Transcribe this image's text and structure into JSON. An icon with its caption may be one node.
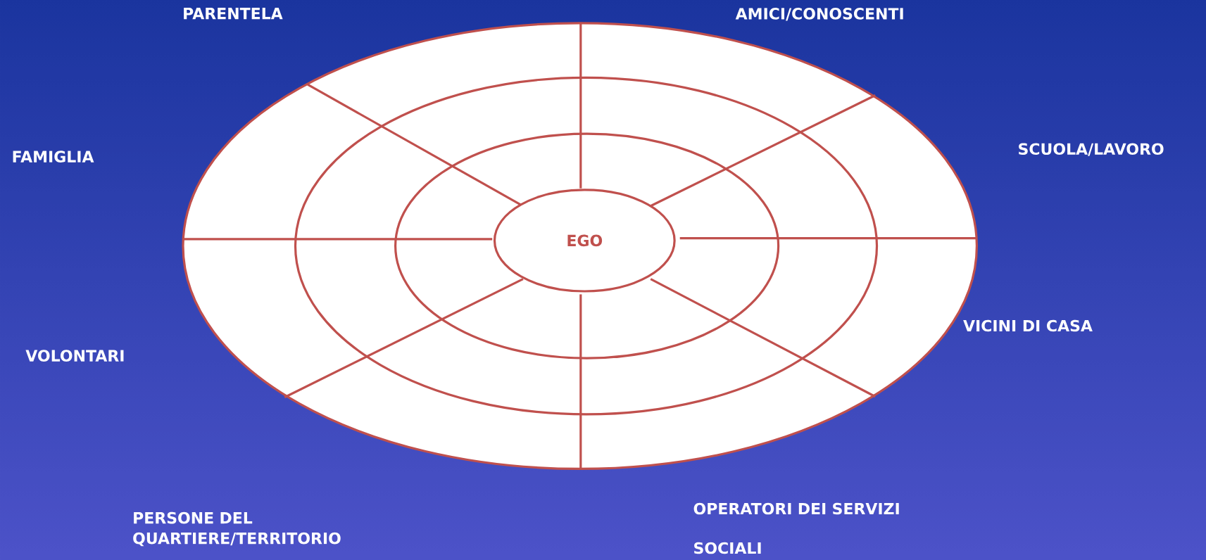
{
  "diagram": {
    "nodes": [
      {
        "text": [
          "EGO"
        ]
      }
    ],
    "labels": [
      "PARENTELA",
      "AMICI/CONOSCENTI",
      "FAMIGLIA",
      "SCUOLA/LAVORO",
      "VICINI DI CASA",
      "VOLONTARI",
      "PERSONE DEL QUARTIERE/TERRITORIO",
      "OPERATORI DEI SERVIZI SOCIALI"
    ]
  }
}
